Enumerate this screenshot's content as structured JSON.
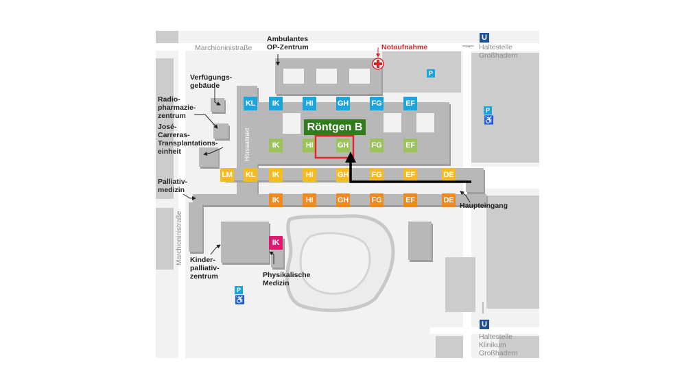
{
  "labels": {
    "ambulantes": "Ambulantes",
    "op_zentrum": "OP-Zentrum",
    "notaufnahme": "Notaufnahme",
    "haltestelle_top_1": "Haltestelle",
    "haltestelle_top_2": "Großhadern",
    "verfuegung_1": "Verfügungs-",
    "verfuegung_2": "gebäude",
    "radio_1": "Radio-",
    "radio_2": "pharmazie-",
    "radio_3": "zentrum",
    "jose_1": "José-",
    "jose_2": "Carreras-",
    "jose_3": "Transplantations-",
    "jose_4": "einheit",
    "palliativ_1": "Palliativ-",
    "palliativ_2": "medizin",
    "haupteingang": "Haupteingang",
    "kinder_1": "Kinder-",
    "kinder_2": "palliativ-",
    "kinder_3": "zentrum",
    "physikalische_1": "Physikalische",
    "physikalische_2": "Medizin",
    "haltestelle_bottom_1": "Haltestelle",
    "haltestelle_bottom_2": "Klinikum",
    "haltestelle_bottom_3": "Großhadern",
    "road_top": "Marchioninistraße",
    "road_left": "Marchioninistraße",
    "hoersaaltrakt": "Hörsaaltrakt",
    "roentgen": "Röntgen B",
    "u_symbol": "U",
    "p_symbol": "P",
    "wheelchair": "♿",
    "arrow_right": "→"
  },
  "tiles": {
    "blue": [
      "KL",
      "IK",
      "HI",
      "GH",
      "FG",
      "EF"
    ],
    "green": [
      "IK",
      "HI",
      "GH",
      "FG",
      "EF"
    ],
    "yellow": [
      "LM",
      "KL",
      "IK",
      "HI",
      "GH",
      "FG",
      "EF",
      "DE"
    ],
    "orange": [
      "IK",
      "HI",
      "GH",
      "FG",
      "EF",
      "DE"
    ],
    "pink": [
      "IK"
    ]
  },
  "colors": {
    "blue": "#1ba4dd",
    "green": "#9cc35a",
    "yellow": "#f5bb22",
    "orange": "#f08a1c",
    "pink": "#dd1a6e",
    "highlight": "#e3262b",
    "banner": "#2e7d1a",
    "route": "#000000",
    "u_bahn": "#1f4f96"
  }
}
